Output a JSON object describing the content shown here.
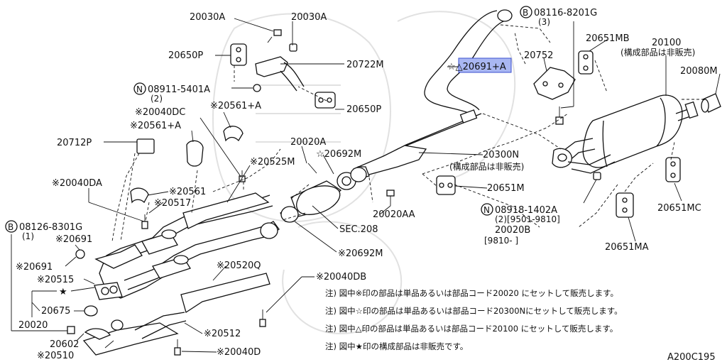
{
  "labels": {
    "l_20030a_1": "20030A",
    "l_20030a_2": "20030A",
    "l_20650p_1": "20650P",
    "l_20722m": "20722M",
    "l_08911": "08911-5401A",
    "l_08911_q": "(2)",
    "l_20650p_2": "20650P",
    "l_20040dc": "※20040DC",
    "l_20561a_1": "※20561+A",
    "l_20561a_2": "※20561+A",
    "l_20712p": "20712P",
    "l_20040da": "※20040DA",
    "l_20561": "※20561",
    "l_20517": "※20517",
    "l_08126": "08126-8301G",
    "l_08126_q": "(1)",
    "l_20691_1": "※20691",
    "l_20691_2": "※20691",
    "l_20515": "※20515",
    "l_20675": "20675",
    "l_20020": "20020",
    "l_20602": "20602",
    "l_20510": "※20510",
    "l_20525m": "※20525M",
    "l_20020a": "20020A",
    "l_20692m_1": "☆20692M",
    "l_20692m_2": "※20692M",
    "l_20520q": "※20520Q",
    "l_20512": "※20512",
    "l_20040d": "※20040D",
    "l_20040db": "※20040DB",
    "l_sec208": "SEC.208",
    "l_20020aa": "20020AA",
    "l_20300n": "20300N",
    "l_20300n_note": "(構成部品は非販売)",
    "l_20691a": "☆△20691+A",
    "l_08116": "08116-8201G",
    "l_08116_q": "(3)",
    "l_20651mb": "20651MB",
    "l_20752": "20752",
    "l_20100": "20100",
    "l_20100_note": "(構成部品は非販売)",
    "l_20080m": "20080M",
    "l_20651m": "20651M",
    "l_08918": "08918-1402A",
    "l_08918_q": "(2)[9501-9810]",
    "l_20020b": "20020B",
    "l_20020b_q": "[9810-     ]",
    "l_20651mc": "20651MC",
    "l_20651ma": "20651MA"
  },
  "notes": [
    "注) 図中※印の部品は単品あるいは部品コード20020 にセットして販売します。",
    "注) 図中☆印の部品は単品あるいは部品コード20300Nにセットして販売します。",
    "注) 図中△印の部品は単品あるいは部品コード20100 にセットして販売します。",
    "注) 図中★印の構成部品は非販売です。"
  ],
  "markers": {
    "b": "B",
    "n": "N",
    "star": "★",
    "open_star": "☆"
  },
  "diagram_code": "A200C195",
  "colors": {
    "highlight": "#a9b7f2",
    "highlight_border": "#3a4fd0"
  }
}
